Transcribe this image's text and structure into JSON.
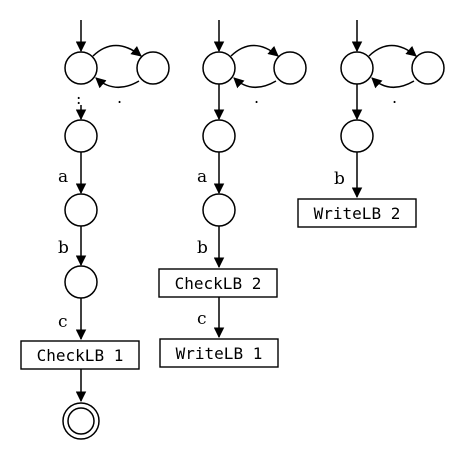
{
  "diagram": {
    "edge_labels": {
      "a": "a",
      "b": "b",
      "c": "c"
    },
    "dots": {
      "vertical": ":",
      "small": "."
    },
    "boxes": {
      "check_lb_1": "CheckLB 1",
      "check_lb_2": "CheckLB 2",
      "write_lb_1": "WriteLB 1",
      "write_lb_2": "WriteLB 2"
    }
  }
}
